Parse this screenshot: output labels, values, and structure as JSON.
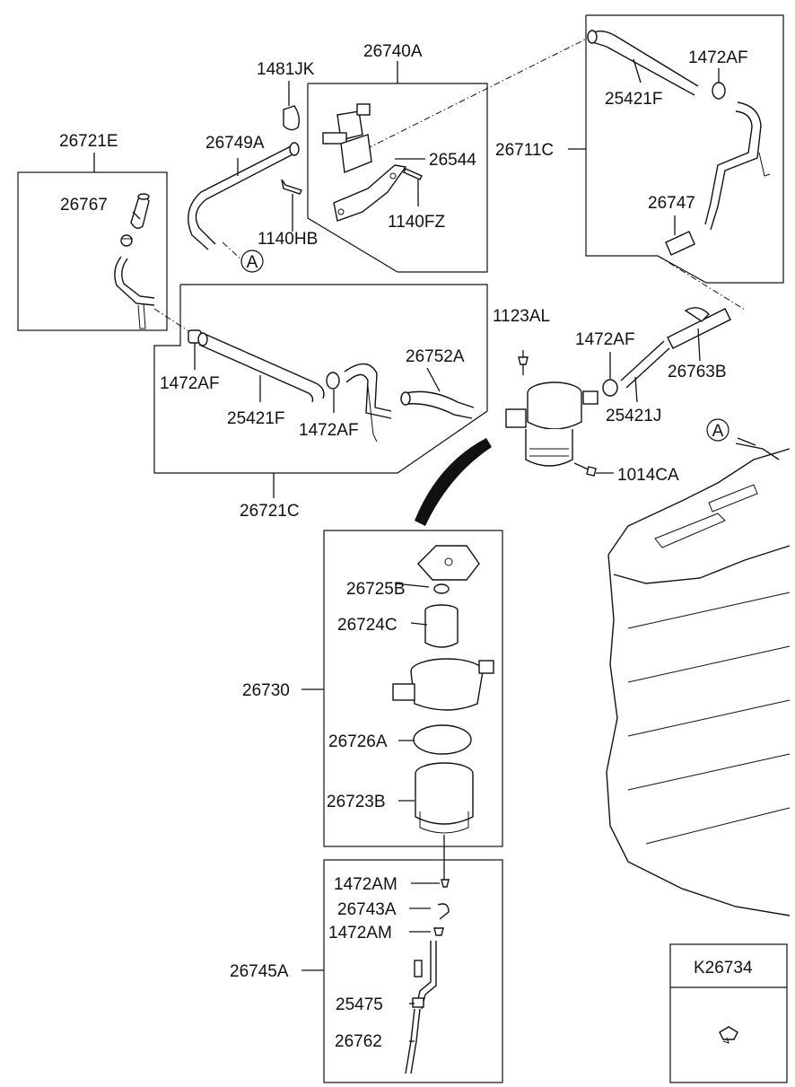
{
  "labels": {
    "p26740A": "26740A",
    "p1481JK": "1481JK",
    "p26749A": "26749A",
    "p26721E": "26721E",
    "p26767": "26767",
    "p1140HB": "1140HB",
    "p26544": "26544",
    "p1140FZ": "1140FZ",
    "p1472AF_top": "1472AF",
    "p25421F_top": "25421F",
    "p26711C": "26711C",
    "p26747": "26747",
    "p1123AL": "1123AL",
    "p1472AF_mid": "1472AF",
    "p26763B": "26763B",
    "p26752A": "26752A",
    "p1472AF_left": "1472AF",
    "p25421F_left": "25421F",
    "p1472AF_low": "1472AF",
    "p25421J": "25421J",
    "p1014CA": "1014CA",
    "p26721C": "26721C",
    "p26725B": "26725B",
    "p26724C": "26724C",
    "p26730": "26730",
    "p26726A": "26726A",
    "p26723B": "26723B",
    "p1472AM_a": "1472AM",
    "p26743A": "26743A",
    "p1472AM_b": "1472AM",
    "p26745A": "26745A",
    "p25475": "25475",
    "p26762": "26762",
    "kit": "K26734",
    "ref_a1": "A",
    "ref_a2": "A"
  }
}
